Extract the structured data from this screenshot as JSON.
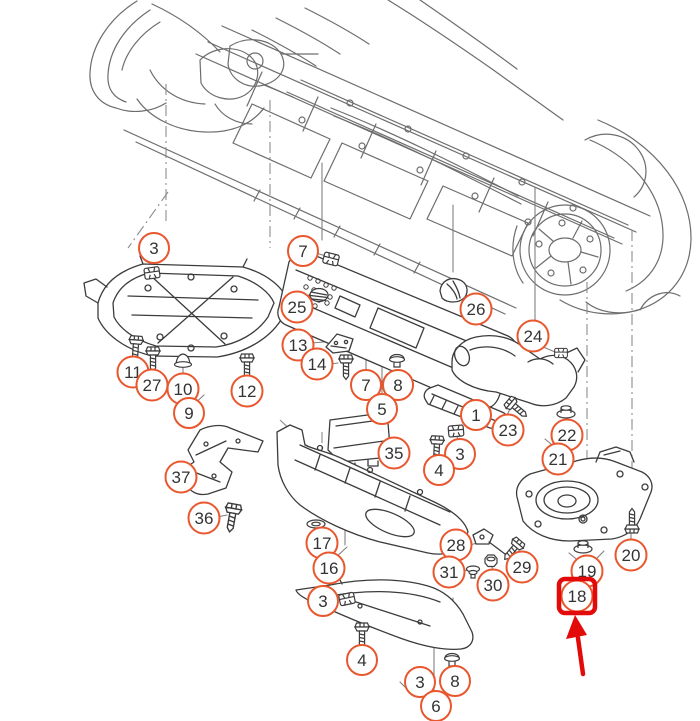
{
  "diagram": {
    "description": "Exploded parts diagram of vehicle underbody panels, shields and fasteners",
    "colors": {
      "callout_ring": "#e8572e",
      "highlight_red": "#e30a0a",
      "part_line": "#3c3c3c",
      "body_line": "#6d6d6d"
    },
    "highlighted_callout": "18",
    "highlight": {
      "shape": "box-and-arrow",
      "color": "#e30a0a",
      "target": "18"
    }
  },
  "callouts": [
    {
      "label": "3"
    },
    {
      "label": "7"
    },
    {
      "label": "25"
    },
    {
      "label": "26"
    },
    {
      "label": "13"
    },
    {
      "label": "14"
    },
    {
      "label": "24"
    },
    {
      "label": "11"
    },
    {
      "label": "27"
    },
    {
      "label": "10"
    },
    {
      "label": "12"
    },
    {
      "label": "7"
    },
    {
      "label": "8"
    },
    {
      "label": "5"
    },
    {
      "label": "9"
    },
    {
      "label": "1"
    },
    {
      "label": "23"
    },
    {
      "label": "22"
    },
    {
      "label": "3"
    },
    {
      "label": "35"
    },
    {
      "label": "21"
    },
    {
      "label": "4"
    },
    {
      "label": "37"
    },
    {
      "label": "36"
    },
    {
      "label": "17"
    },
    {
      "label": "28"
    },
    {
      "label": "20"
    },
    {
      "label": "29"
    },
    {
      "label": "16"
    },
    {
      "label": "19"
    },
    {
      "label": "31"
    },
    {
      "label": "30"
    },
    {
      "label": "18"
    },
    {
      "label": "3"
    },
    {
      "label": "4"
    },
    {
      "label": "3"
    },
    {
      "label": "8"
    },
    {
      "label": "6"
    }
  ]
}
